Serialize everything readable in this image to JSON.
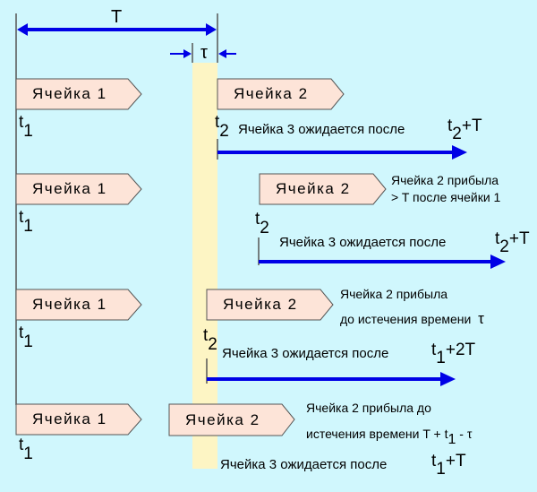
{
  "colors": {
    "background": "#d0f7fd",
    "cell_fill": "#fde4d8",
    "band_fill": "#fdf5c4",
    "arrow": "#0000e6",
    "line": "#555555"
  },
  "header": {
    "period_label": "T",
    "tolerance_label": "τ"
  },
  "rows": [
    {
      "cell1": "Ячейка 1",
      "t1": "t",
      "t1_sub": "1",
      "cell2": "Ячейка 2",
      "t2": "t",
      "t2_sub": "2",
      "expect_text": "Ячейка 3 ожидается после",
      "expect_t": "t",
      "expect_sub": "2",
      "expect_suffix": "+T",
      "note_line1": "",
      "note_line2": ""
    },
    {
      "cell1": "Ячейка 1",
      "t1": "t",
      "t1_sub": "1",
      "cell2": "Ячейка 2",
      "t2": "t",
      "t2_sub": "2",
      "expect_text": "Ячейка 3 ожидается после",
      "expect_t": "t",
      "expect_sub": "2",
      "expect_suffix": "+T",
      "note_line1": "Ячейка 2 прибыла",
      "note_line2": "> T после ячейки 1"
    },
    {
      "cell1": "Ячейка 1",
      "t1": "t",
      "t1_sub": "1",
      "cell2": "Ячейка 2",
      "t2": "t",
      "t2_sub": "2",
      "expect_text": "Ячейка 3 ожидается после",
      "expect_t": "t",
      "expect_sub": "1",
      "expect_suffix": "+2T",
      "note_line1": "Ячейка 2 прибыла",
      "note_line2": "до истечения времени",
      "note_line2_tau": "τ"
    },
    {
      "cell1": "Ячейка 1",
      "t1": "t",
      "t1_sub": "1",
      "cell2": "Ячейка 2",
      "expect_text": "Ячейка 3 ожидается после",
      "expect_t": "t",
      "expect_sub": "1",
      "expect_suffix": "+T",
      "note_line1": "Ячейка 2 прибыла до",
      "note_line2": "истечения времени T + t",
      "note_line2_sub": "1",
      "note_line2_tail": " - τ"
    }
  ]
}
